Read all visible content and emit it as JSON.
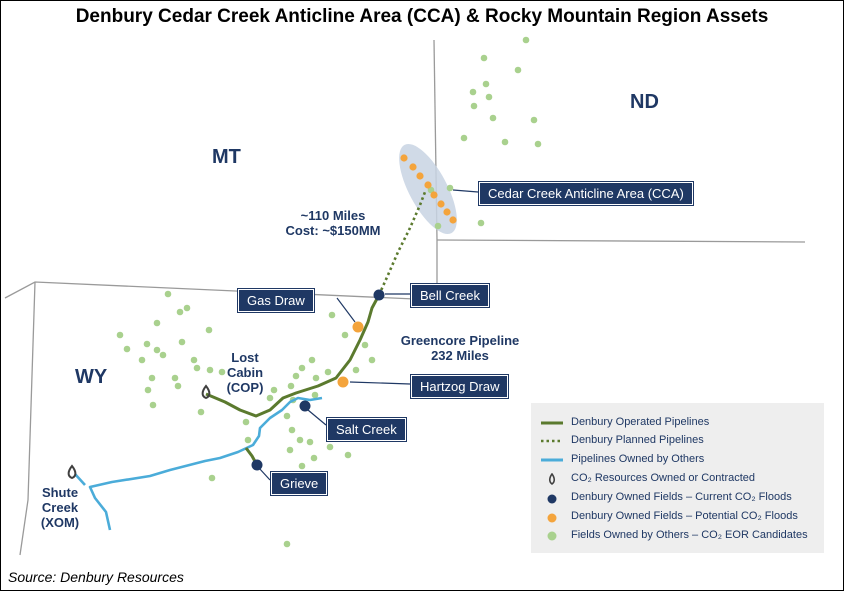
{
  "title": "Denbury Cedar Creek Anticline Area (CCA) & Rocky Mountain Region Assets",
  "source": "Source: Denbury Resources",
  "states": {
    "mt": "MT",
    "nd": "ND",
    "wy": "WY"
  },
  "labels": {
    "cca": "Cedar Creek Anticline Area (CCA)",
    "bell_creek": "Bell Creek",
    "gas_draw": "Gas Draw",
    "hartzog_draw": "Hartzog Draw",
    "salt_creek": "Salt Creek",
    "grieve": "Grieve"
  },
  "annotations": {
    "planned_miles": "~110 Miles",
    "planned_cost": "Cost: ~$150MM",
    "greencore_name": "Greencore Pipeline",
    "greencore_miles": "232 Miles",
    "lost_cabin": [
      "Lost",
      "Cabin",
      "(COP)"
    ],
    "shute_creek": [
      "Shute",
      "Creek",
      "(XOM)"
    ]
  },
  "legend": {
    "operated": "Denbury Operated Pipelines",
    "planned": "Denbury Planned Pipelines",
    "others": "Pipelines Owned by Others",
    "co2_resources": "CO₂ Resources Owned or Contracted",
    "current_floods": "Denbury Owned Fields – Current CO₂ Floods",
    "potential_floods": "Denbury Owned Fields – Potential CO₂ Floods",
    "eor_candidates": "Fields Owned by Others – CO₂ EOR Candidates"
  },
  "colors": {
    "operated_pipeline": "#5b7a2e",
    "planned_pipeline": "#5b7a2e",
    "others_pipeline": "#4bacd9",
    "current_field": "#1f3864",
    "potential_field": "#f4a43c",
    "candidate_field": "#a9d18e",
    "state_border": "#9a9a9a",
    "callout_bg": "#1f3864"
  }
}
